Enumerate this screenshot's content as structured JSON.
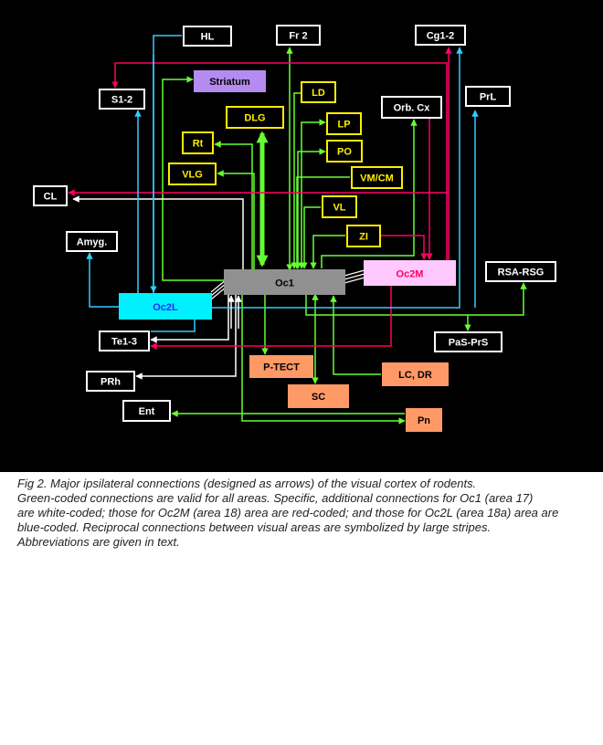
{
  "colors": {
    "background": "#000000",
    "all_areas": "#66ff33",
    "oc1": "#ffffff",
    "oc2m": "#ff0066",
    "oc2l": "#33ccff",
    "reciprocal_stripe": "#66ff33"
  },
  "nodes": {
    "hl": "HL",
    "fr2": "Fr 2",
    "cg12": "Cg1-2",
    "s12": "S1-2",
    "striatum": "Striatum",
    "ld": "LD",
    "prl": "PrL",
    "orbcx": "Orb. Cx",
    "dlg": "DLG",
    "lp": "LP",
    "rt": "Rt",
    "po": "PO",
    "vlg": "VLG",
    "vmcm": "VM/CM",
    "cl": "CL",
    "vl": "VL",
    "amyg": "Amyg.",
    "zi": "ZI",
    "oc1": "Oc1",
    "oc2m": "Oc2M",
    "rsarsg": "RSA-RSG",
    "oc2l": "Oc2L",
    "te13": "Te1-3",
    "pasprs": "PaS-PrS",
    "ptect": "P-TECT",
    "lcdr": "LC, DR",
    "prh": "PRh",
    "sc": "SC",
    "ent": "Ent",
    "pn": "Pn"
  },
  "caption": {
    "lines": [
      "Fig 2. Major ipsilateral connections (designed as arrows) of the visual cortex of rodents.",
      "Green-coded connections are valid for all areas. Specific, additional connections for Oc1 (area 17)",
      "are white-coded; those for Oc2M (area 18) area are red-coded; and those for Oc2L (area 18a) area are",
      "blue-coded. Reciprocal connections between visual areas are symbolized by large stripes.",
      "Abbreviations are given in text."
    ]
  }
}
